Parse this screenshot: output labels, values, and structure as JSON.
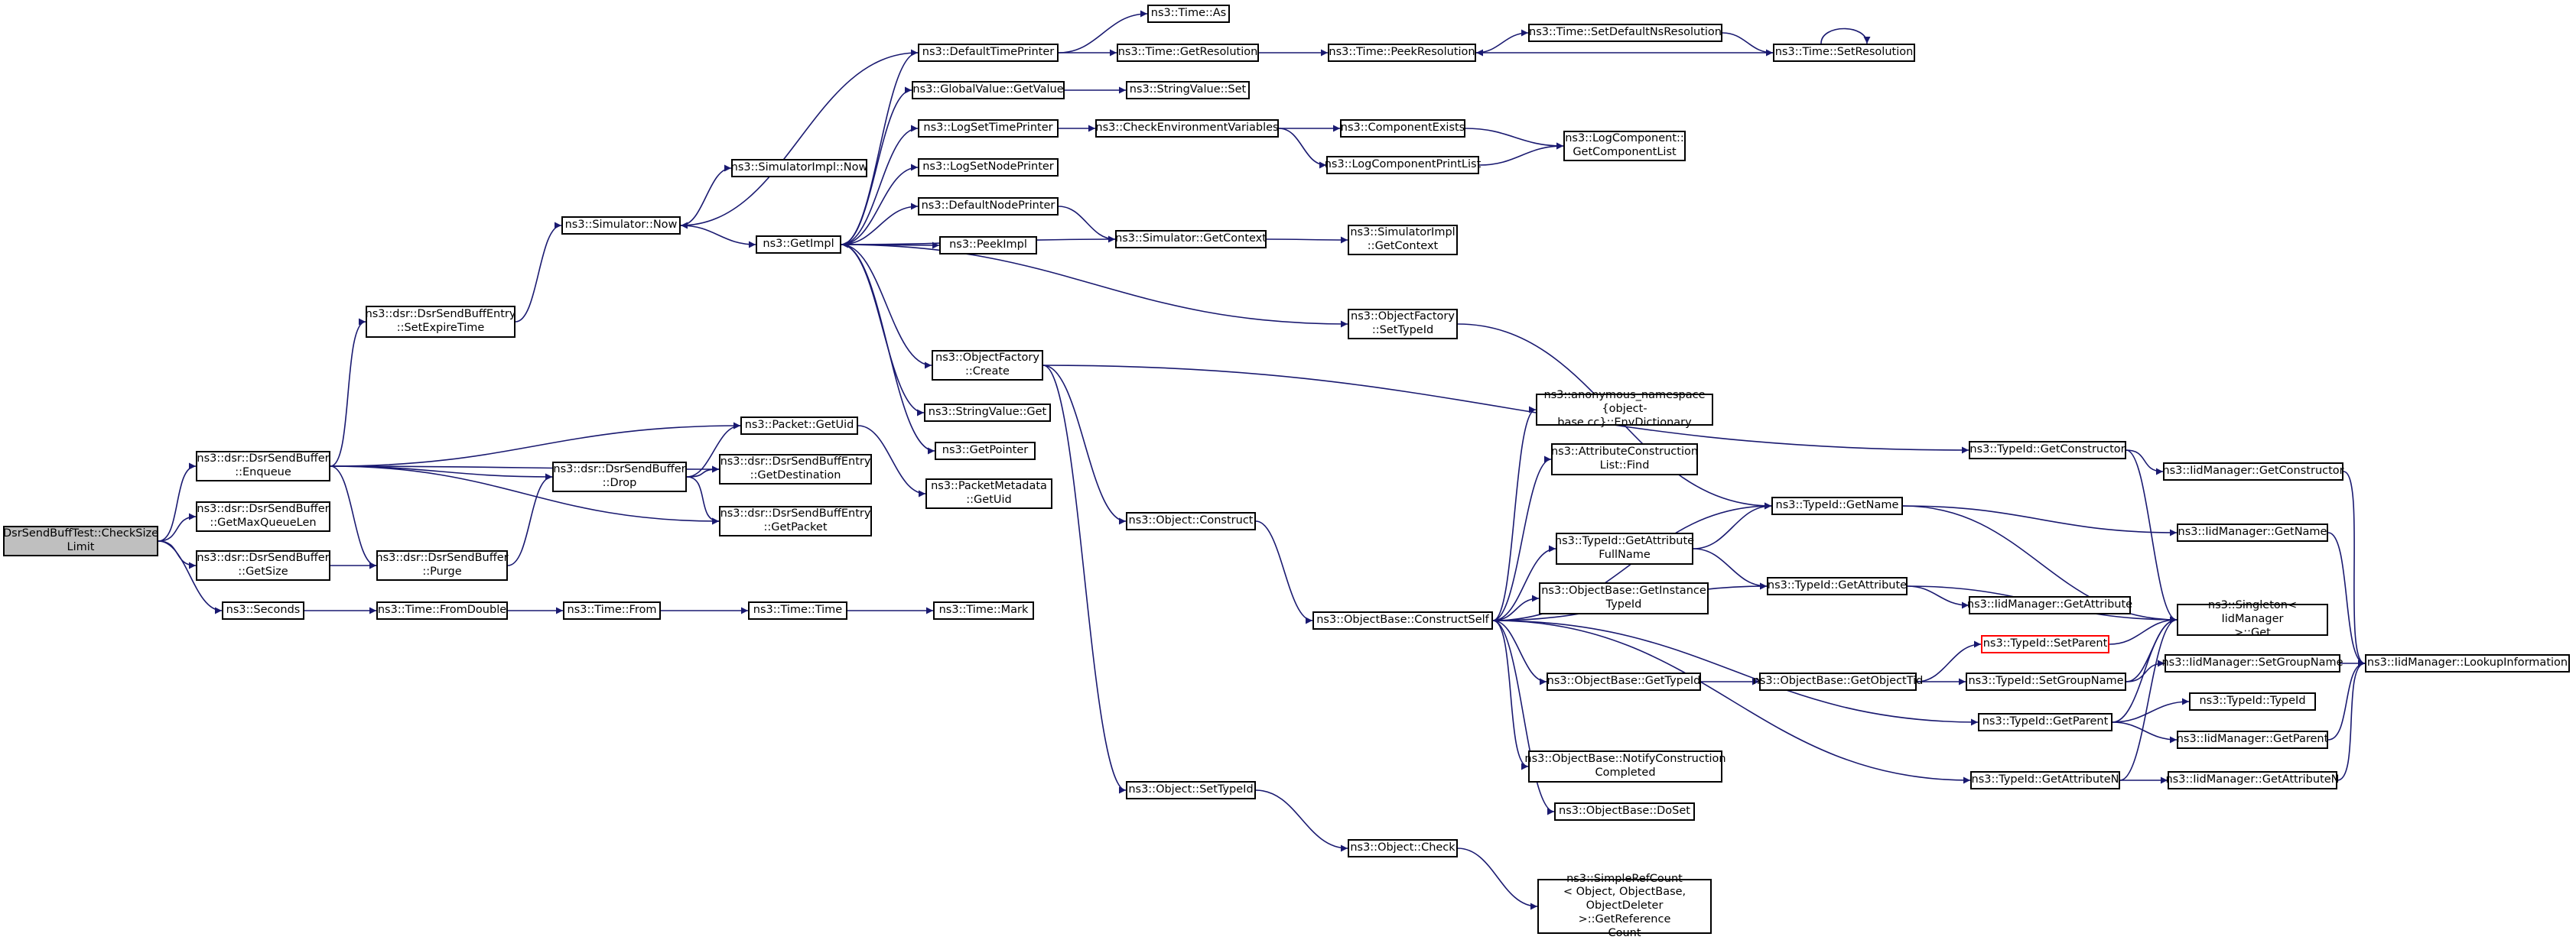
{
  "colors": {
    "edge": "#191970",
    "root_fill": "#bfbfbf",
    "truncated_border": "#ff0000"
  },
  "nodes": {
    "n_root": "DsrSendBuffTest::CheckSize\nLimit",
    "n_enqueue": "ns3::dsr::DsrSendBuffer\n::Enqueue",
    "n_getmaxqlen": "ns3::dsr::DsrSendBuffer\n::GetMaxQueueLen",
    "n_getsize": "ns3::dsr::DsrSendBuffer\n::GetSize",
    "n_seconds": "ns3::Seconds",
    "n_setexpire": "ns3::dsr::DsrSendBuffEntry\n::SetExpireTime",
    "n_getuid": "ns3::Packet::GetUid",
    "n_drop": "ns3::dsr::DsrSendBuffer\n::Drop",
    "n_getdest": "ns3::dsr::DsrSendBuffEntry\n::GetDestination",
    "n_getpacket": "ns3::dsr::DsrSendBuffEntry\n::GetPacket",
    "n_purge": "ns3::dsr::DsrSendBuffer\n::Purge",
    "n_fromdouble": "ns3::Time::FromDouble",
    "n_from": "ns3::Time::From",
    "n_time": "ns3::Time::Time",
    "n_mark": "ns3::Time::Mark",
    "n_simnow": "ns3::Simulator::Now",
    "n_simimplnow": "ns3::SimulatorImpl::Now",
    "n_getimpl": "ns3::GetImpl",
    "n_pktmetauid": "ns3::PacketMetadata\n::GetUid",
    "n_deftimeprinter": "ns3::DefaultTimePrinter",
    "n_globalgetvalue": "ns3::GlobalValue::GetValue",
    "n_logsettime": "ns3::LogSetTimePrinter",
    "n_logsetnode": "ns3::LogSetNodePrinter",
    "n_defnodeprinter": "ns3::DefaultNodePrinter",
    "n_peekimpl": "ns3::PeekImpl",
    "n_objfactcreate": "ns3::ObjectFactory\n::Create",
    "n_strvalget": "ns3::StringValue::Get",
    "n_getpointer": "ns3::GetPointer",
    "n_timeas": "ns3::Time::As",
    "n_timegetres": "ns3::Time::GetResolution",
    "n_strvalset": "ns3::StringValue::Set",
    "n_checkenv": "ns3::CheckEnvironmentVariables",
    "n_simgetctx": "ns3::Simulator::GetContext",
    "n_timepeekres": "ns3::Time::PeekResolution",
    "n_timesetdefns": "ns3::Time::SetDefaultNsResolution",
    "n_timesetres": "ns3::Time::SetResolution",
    "n_compexists": "ns3::ComponentExists",
    "n_logcompprintlist": "ns3::LogComponentPrintList",
    "n_logcompgetlist": "ns3::LogComponent::\nGetComponentList",
    "n_simimplgetctx": "ns3::SimulatorImpl\n::GetContext",
    "n_objfactsettid": "ns3::ObjectFactory\n::SetTypeId",
    "n_objconstruct": "ns3::Object::Construct",
    "n_objsettid": "ns3::Object::SetTypeId",
    "n_objcheck": "ns3::Object::Check",
    "n_simplerefcount": "ns3::SimpleRefCount\n< Object, ObjectBase,\nObjectDeleter >::GetReference\nCount",
    "n_constructself": "ns3::ObjectBase::ConstructSelf",
    "n_envdict": "ns3::anonymous_namespace\n{object-base.cc}::EnvDictionary",
    "n_attrconstrfind": "ns3::AttributeConstruction\nList::Find",
    "n_tidgetattrfull": "ns3::TypeId::GetAttribute\nFullName",
    "n_objbasegetinst": "ns3::ObjectBase::GetInstance\nTypeId",
    "n_objbasegettid": "ns3::ObjectBase::GetTypeId",
    "n_notifyconstr": "ns3::ObjectBase::NotifyConstruction\nCompleted",
    "n_doset": "ns3::ObjectBase::DoSet",
    "n_tidgetname": "ns3::TypeId::GetName",
    "n_tidgetattr": "ns3::TypeId::GetAttribute",
    "n_objbasegetobjtid": "ns3::ObjectBase::GetObjectTid",
    "n_tidgetconstructor": "ns3::TypeId::GetConstructor",
    "n_tidsetparent": "ns3::TypeId::SetParent",
    "n_tidsetgroupname": "ns3::TypeId::SetGroupName",
    "n_tidgetparent": "ns3::TypeId::GetParent",
    "n_tidgetattrn": "ns3::TypeId::GetAttributeN",
    "n_iidgetconstructor": "ns3::IidManager::GetConstructor",
    "n_iidgetname": "ns3::IidManager::GetName",
    "n_iidgetattr": "ns3::IidManager::GetAttribute",
    "n_singletonget": "ns3::Singleton< IidManager\n>::Get",
    "n_iidsetgroupname": "ns3::IidManager::SetGroupName",
    "n_tidtypeid": "ns3::TypeId::TypeId",
    "n_iidgetparent": "ns3::IidManager::GetParent",
    "n_iidgetattrn": "ns3::IidManager::GetAttributeN",
    "n_iidlookupinfo": "ns3::IidManager::LookupInformation"
  }
}
